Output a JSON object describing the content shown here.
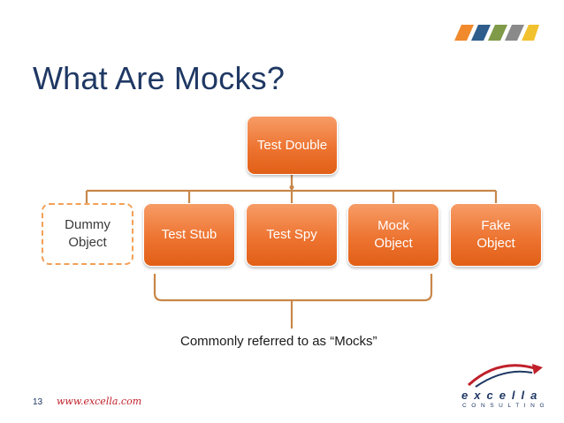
{
  "slide": {
    "title": "What Are Mocks?",
    "page_number": "13",
    "website": "www.excella.com"
  },
  "diagram": {
    "root": "Test Double",
    "children": [
      "Dummy\nObject",
      "Test Stub",
      "Test Spy",
      "Mock\nObject",
      "Fake\nObject"
    ],
    "bracket_caption": "Commonly referred to as “Mocks”"
  },
  "logo": {
    "wordmark": "excella",
    "tagline": "CONSULTING"
  },
  "colors": {
    "title": "#1f3864",
    "node_orange": "#ed7431",
    "connector": "#c8874a",
    "dummy_border": "#f2a057",
    "stripe_orange": "#f08a2c",
    "stripe_blue": "#2e5d8c",
    "stripe_green": "#7f9a48",
    "stripe_gray": "#8a8a8a",
    "stripe_yellow": "#f2c12e",
    "logo_red": "#c0202a"
  }
}
